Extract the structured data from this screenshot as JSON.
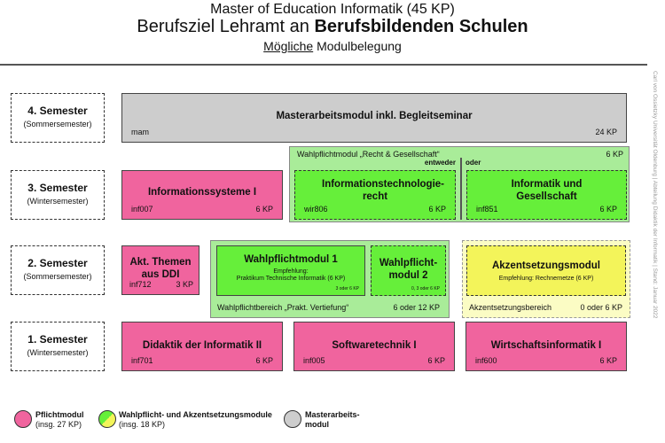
{
  "header": {
    "line1": "Master of Education Informatik (45 KP)",
    "line2_prefix": "Berufsziel Lehramt an ",
    "line2_bold": "Berufsbildenden Schulen",
    "line3_underlined": "Mögliche",
    "line3_rest": " Modulbelegung"
  },
  "semesters": [
    {
      "label": "4. Semester",
      "term": "(Sommersemester)"
    },
    {
      "label": "3. Semester",
      "term": "(Wintersemester)"
    },
    {
      "label": "2. Semester",
      "term": "(Sommersemester)"
    },
    {
      "label": "1. Semester",
      "term": "(Wintersemester)"
    }
  ],
  "sem4": {
    "title": "Masterarbeitsmodul inkl. Begleitseminar",
    "code": "mam",
    "kp": "24 KP"
  },
  "sem3": {
    "infosys": {
      "title": "Informationssysteme I",
      "code": "inf007",
      "kp": "6 KP"
    },
    "group": {
      "label": "Wahlpflichtmodul „Recht & Gesellschaft“",
      "kp": "6 KP",
      "either": "entweder",
      "or": "oder"
    },
    "itr": {
      "title": "Informationstechnologie-recht",
      "code": "wir806",
      "kp": "6 KP"
    },
    "iug": {
      "title": "Informatik und Gesellschaft",
      "code": "inf851",
      "kp": "6 KP"
    }
  },
  "sem2": {
    "akt": {
      "title": "Akt. Themen aus DDI",
      "code": "inf712",
      "kp": "3 KP"
    },
    "wpm1": {
      "title": "Wahlpflichtmodul 1",
      "rec1": "Empfehlung:",
      "rec2": "Praktikum Technische Informatik (6 KP)",
      "kp": "3 oder 6 KP"
    },
    "wpm2": {
      "title": "Wahlpflicht-modul 2",
      "kp": "0, 3 oder 6 KP"
    },
    "wpb": {
      "label": "Wahlpflichtbereich „Prakt. Vertiefung“",
      "kp": "6 oder 12 KP"
    },
    "akz": {
      "title": "Akzentsetzungsmodul",
      "rec": "Empfehlung: Rechnernetze (6 KP)",
      "area": "Akzentsetzungsbereich",
      "kp": "0 oder 6 KP"
    }
  },
  "sem1": [
    {
      "title": "Didaktik der Informatik II",
      "code": "inf701",
      "kp": "6 KP"
    },
    {
      "title": "Softwaretechnik I",
      "code": "inf005",
      "kp": "6 KP"
    },
    {
      "title": "Wirtschaftsinformatik I",
      "code": "inf600",
      "kp": "6 KP"
    }
  ],
  "legend": [
    {
      "l1": "Pflichtmodul",
      "l2": "(insg. 27 KP)",
      "color": "#f0649e"
    },
    {
      "l1": "Wahlpflicht- und Akzentsetzungsmodule",
      "l2": "(insg. 18 KP)",
      "color": "#66ef3a"
    },
    {
      "l1": "Masterarbeits-",
      "l2": "modul",
      "color": "#cdcdcd"
    }
  ],
  "side_text": "Carl von Ossietzky Universität Oldenburg   |   Abteilung Didaktik der Informatik   |   Stand: Januar 2022"
}
